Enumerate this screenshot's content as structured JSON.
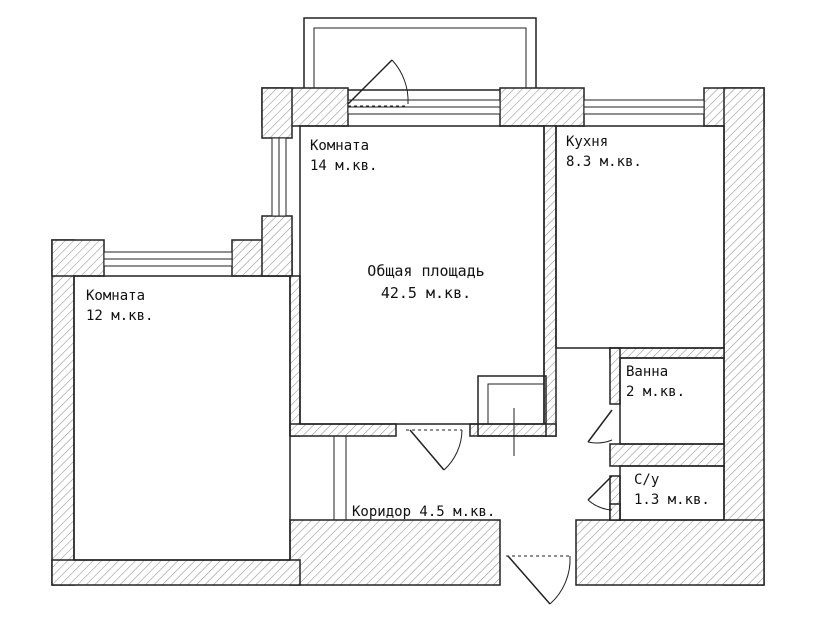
{
  "plan": {
    "rooms": [
      {
        "name": "Комната",
        "area": "14 м.кв."
      },
      {
        "name": "Кухня",
        "area": "8.3 м.кв."
      },
      {
        "name": "Комната",
        "area": "12 м.кв."
      },
      {
        "name": "Ванна",
        "area": "2 м.кв."
      },
      {
        "name": "С/у",
        "area": "1.3 м.кв."
      }
    ],
    "corridor": "Коридор 4.5 м.кв.",
    "total": {
      "label": "Общая площадь",
      "value": "42.5 м.кв."
    }
  }
}
